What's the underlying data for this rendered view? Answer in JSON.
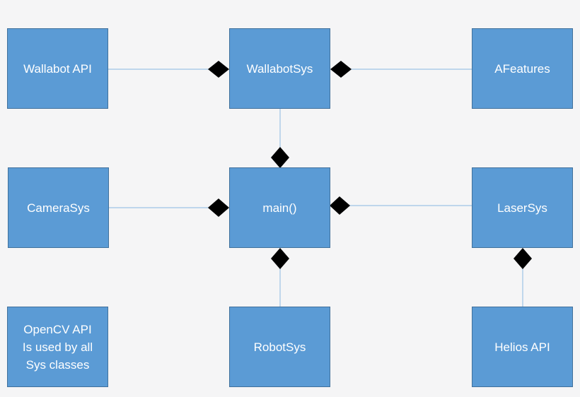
{
  "diagram": {
    "nodes": [
      {
        "id": "wallabot_api",
        "label": "Wallabot API"
      },
      {
        "id": "wallabotsys",
        "label": "WallabotSys"
      },
      {
        "id": "afeatures",
        "label": "AFeatures"
      },
      {
        "id": "camerasys",
        "label": "CameraSys"
      },
      {
        "id": "main",
        "label": "main()"
      },
      {
        "id": "lasersys",
        "label": "LaserSys"
      },
      {
        "id": "opencv_note",
        "label": "OpenCV API\nIs used by all\nSys classes"
      },
      {
        "id": "robotsys",
        "label": "RobotSys"
      },
      {
        "id": "helios_api",
        "label": "Helios API"
      }
    ],
    "edges": [
      {
        "from": "wallabot_api",
        "to": "wallabotsys",
        "type": "composition"
      },
      {
        "from": "afeatures",
        "to": "wallabotsys",
        "type": "composition"
      },
      {
        "from": "wallabotsys",
        "to": "main",
        "type": "composition"
      },
      {
        "from": "camerasys",
        "to": "main",
        "type": "composition"
      },
      {
        "from": "lasersys",
        "to": "main",
        "type": "composition"
      },
      {
        "from": "robotsys",
        "to": "main",
        "type": "composition"
      },
      {
        "from": "helios_api",
        "to": "lasersys",
        "type": "composition"
      }
    ],
    "colors": {
      "box_fill": "#5b9bd5",
      "box_border": "#41719c",
      "text": "#ffffff",
      "connector": "#9dc3e6",
      "diamond": "#000000",
      "background": "#f5f5f6"
    }
  }
}
